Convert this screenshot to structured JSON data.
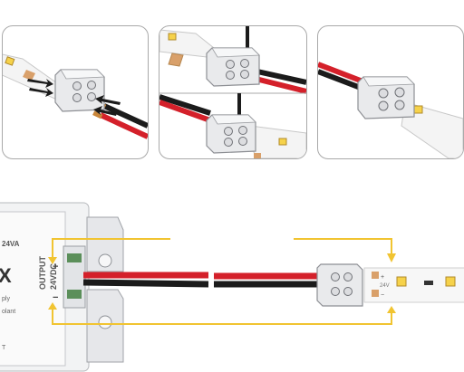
{
  "colors": {
    "panel_border": "#a9a9a9",
    "arrow_yellow": "#f1c431",
    "wire_red": "#d4202a",
    "wire_black": "#1b1b1b",
    "led_yellow": "#f6d24a",
    "pad_orange": "#d9a06a",
    "housing": "#e9eaec"
  },
  "icons": {
    "insert_arrows": "arrow-right-icon",
    "flow_arrows": "arrow-down-icon"
  },
  "driver": {
    "rating": "24VA",
    "output_label": "OUTPUT",
    "voltage": "24VDC",
    "plus": "+",
    "minus": "−",
    "logo": "X",
    "tag1": "ply",
    "tag2": "olant",
    "tag3": "T"
  },
  "strip": {
    "plus": "+",
    "voltage": "24V",
    "minus": "−"
  }
}
